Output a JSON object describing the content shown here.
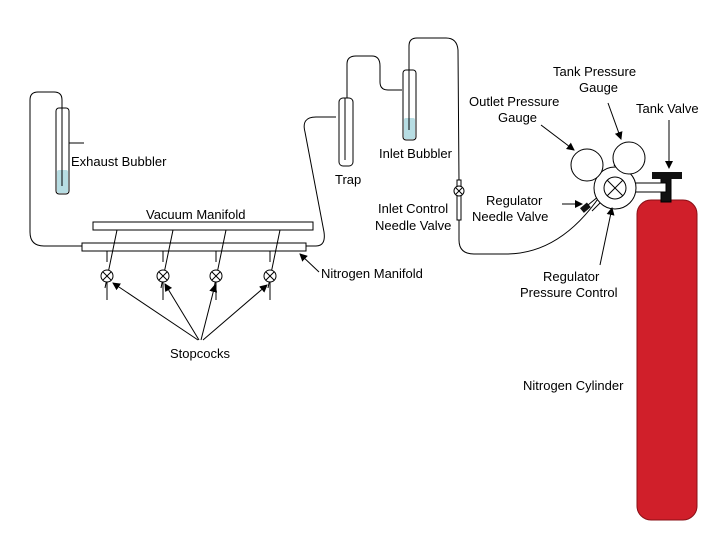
{
  "colors": {
    "cylinder": "#d01f2a",
    "cylinder_edge": "#8a0f16",
    "bubbler_liquid": "#b7dde3",
    "line": "#000000",
    "valve_cap": "#111111"
  },
  "labels": {
    "exhaust_bubbler": "Exhaust Bubbler",
    "vacuum_manifold": "Vacuum Manifold",
    "nitrogen_manifold": "Nitrogen Manifold",
    "stopcocks": "Stopcocks",
    "trap": "Trap",
    "inlet_bubbler": "Inlet Bubbler",
    "inlet_control_line1": "Inlet Control",
    "inlet_control_line2": "Needle Valve",
    "outlet_gauge_line1": "Outlet Pressure",
    "outlet_gauge_line2": "Gauge",
    "tank_gauge_line1": "Tank Pressure",
    "tank_gauge_line2": "Gauge",
    "tank_valve": "Tank Valve",
    "regulator_needle_line1": "Regulator",
    "regulator_needle_line2": "Needle Valve",
    "regulator_pressure_line1": "Regulator",
    "regulator_pressure_line2": "Pressure Control",
    "nitrogen_cylinder": "Nitrogen Cylinder"
  },
  "icons": {
    "stopcock": "stopcock-icon",
    "needle_valve": "needle-valve-icon",
    "gauge": "pressure-gauge-icon",
    "regulator": "regulator-icon"
  }
}
